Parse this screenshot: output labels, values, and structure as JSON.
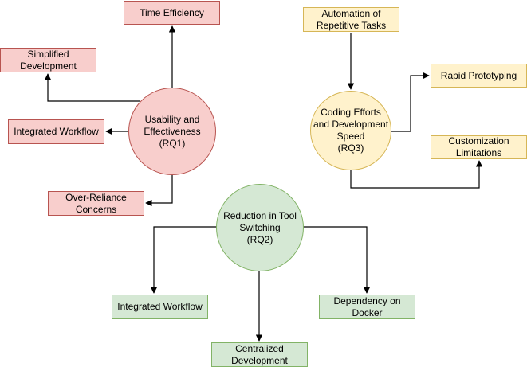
{
  "colors": {
    "red_fill": "#f8cecc",
    "red_stroke": "#b85450",
    "yellow_fill": "#fff2cc",
    "yellow_stroke": "#d6b656",
    "green_fill": "#d5e8d4",
    "green_stroke": "#82b366",
    "edge": "#000000"
  },
  "rq1": {
    "center": "Usability and\nEffectiveness\n(RQ1)",
    "time_efficiency": "Time Efficiency",
    "simplified_development": "Simplified\nDevelopment",
    "integrated_workflow": "Integrated Workflow",
    "over_reliance": "Over-Reliance\nConcerns"
  },
  "rq3": {
    "center": "Coding Efforts\nand Development\nSpeed\n(RQ3)",
    "automation": "Automation of\nRepetitive Tasks",
    "rapid_prototyping": "Rapid Prototyping",
    "customization": "Customization\nLimitations"
  },
  "rq2": {
    "center": "Reduction in Tool\nSwitching\n(RQ2)",
    "integrated_workflow": "Integrated Workflow",
    "centralized_development": "Centralized\nDevelopment",
    "docker": "Dependency on\nDocker"
  },
  "edges": [
    {
      "from": "rq1-center",
      "to": "time-efficiency"
    },
    {
      "from": "rq1-center",
      "to": "simplified-development"
    },
    {
      "from": "rq1-center",
      "to": "integrated-workflow-rq1"
    },
    {
      "from": "rq1-center",
      "to": "over-reliance-concerns"
    },
    {
      "from": "automation-of-repetitive-tasks",
      "to": "rq3-center"
    },
    {
      "from": "rq3-center",
      "to": "rapid-prototyping"
    },
    {
      "from": "rq3-center",
      "to": "customization-limitations"
    },
    {
      "from": "rq2-center",
      "to": "integrated-workflow-rq2"
    },
    {
      "from": "rq2-center",
      "to": "centralized-development"
    },
    {
      "from": "rq2-center",
      "to": "dependency-on-docker"
    }
  ]
}
